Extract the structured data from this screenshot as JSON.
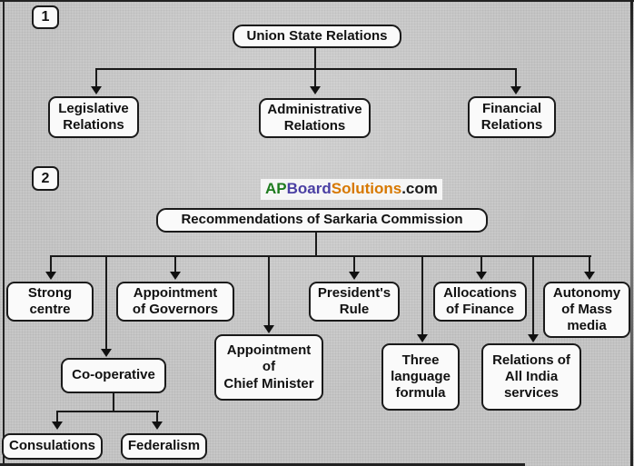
{
  "watermark": {
    "ap": "AP",
    "board": "Board",
    "solutions": "Solutions",
    "com": ".com",
    "ap_color": "#1e7b1e",
    "board_color": "#4a3fa3",
    "solutions_color": "#d77800",
    "com_color": "#1a1a1a"
  },
  "chart1": {
    "badge": "1",
    "root": "Union State Relations",
    "children": [
      "Legislative\nRelations",
      "Administrative\nRelations",
      "Financial\nRelations"
    ]
  },
  "chart2": {
    "badge": "2",
    "root": "Recommendations of Sarkaria Commission",
    "level1": [
      "Strong\ncentre",
      "Appointment\nof Governors",
      "President's\nRule",
      "Allocations\nof Finance",
      "Autonomy\nof Mass\nmedia"
    ],
    "level2": [
      "Co-operative",
      "Appointment\nof\nChief Minister",
      "Three\nlanguage\nformula",
      "Relations of\nAll India\nservices"
    ],
    "level3": [
      "Consulations",
      "Federalism"
    ]
  },
  "colors": {
    "paper_bg": "#c7c7c7",
    "box_bg": "#fafafa",
    "box_border": "#1a1a1a",
    "line": "#1a1a1a"
  }
}
